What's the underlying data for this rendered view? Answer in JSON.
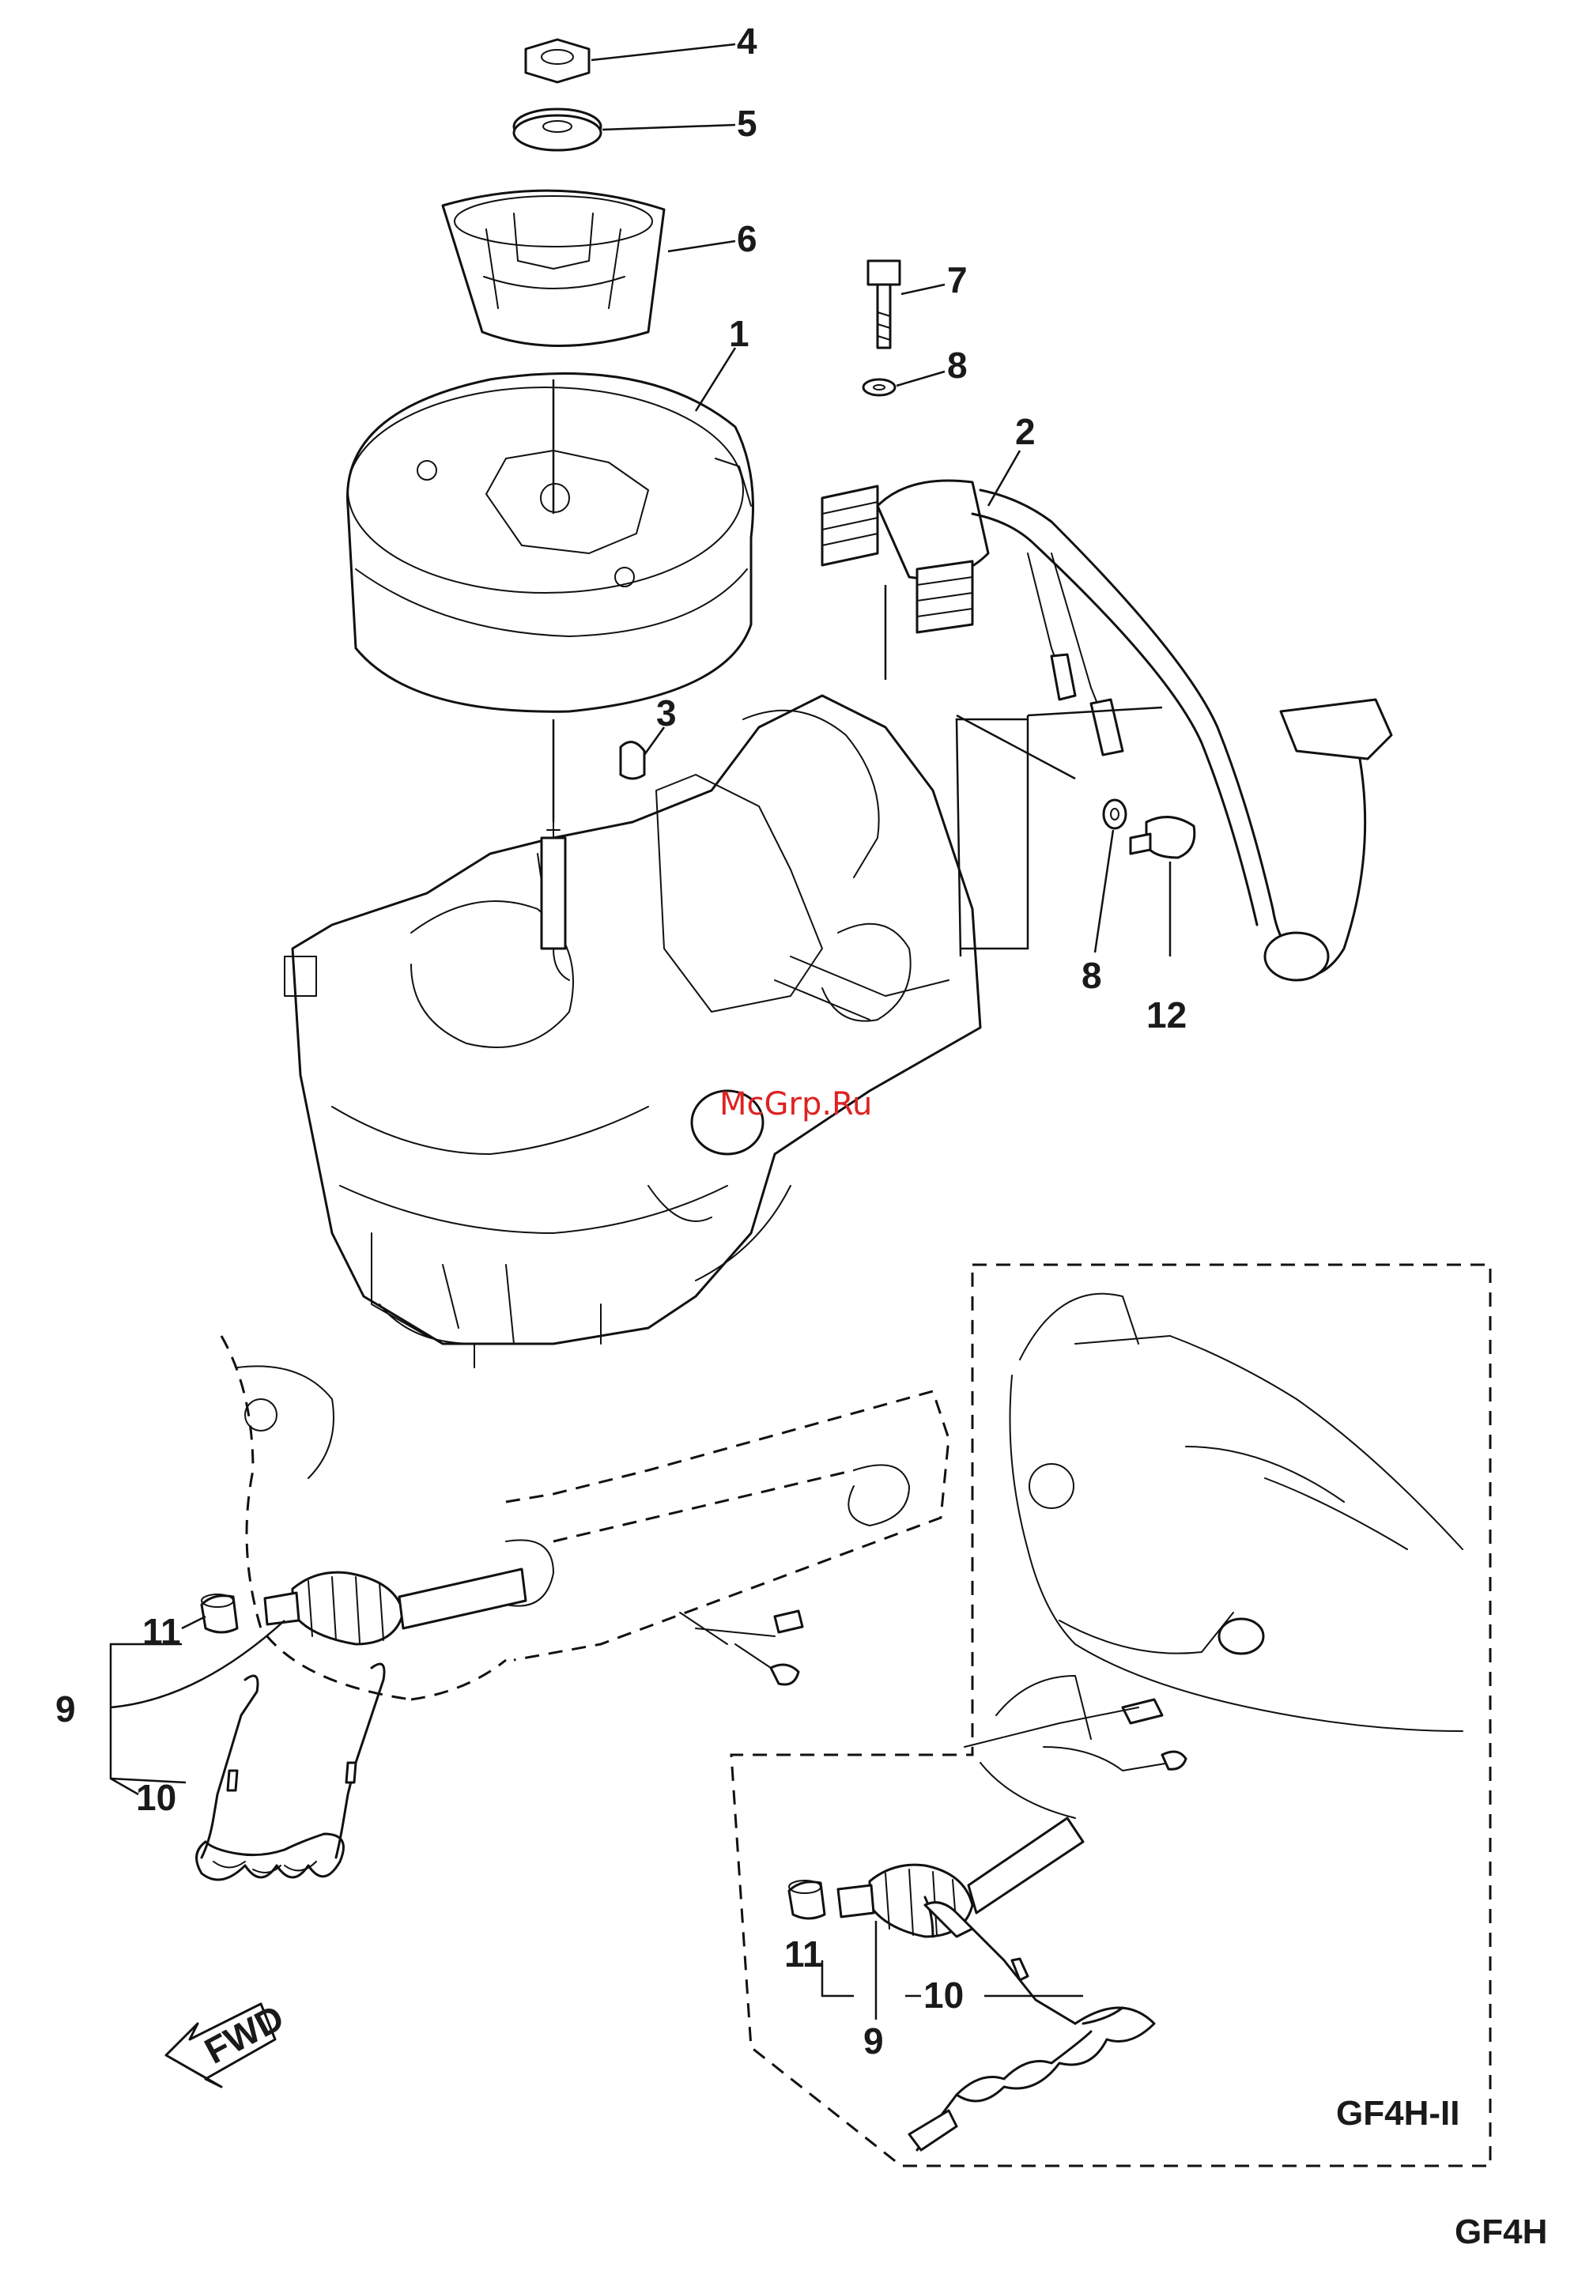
{
  "diagram": {
    "callouts": {
      "c1": "1",
      "c2": "2",
      "c3": "3",
      "c4": "4",
      "c5": "5",
      "c6": "6",
      "c7": "7",
      "c8a": "8",
      "c8b": "8",
      "c9a": "9",
      "c9b": "9",
      "c10a": "10",
      "c10b": "10",
      "c11a": "11",
      "c11b": "11",
      "c12": "12"
    },
    "watermark": "McGrp.Ru",
    "fwd_label": "FWD",
    "inset_model": "GF4H-II",
    "model_code": "GF4H"
  }
}
